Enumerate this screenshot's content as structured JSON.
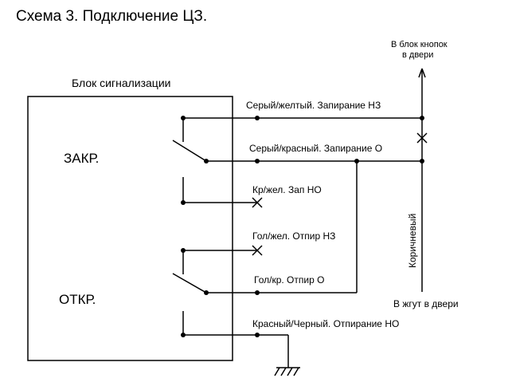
{
  "title": "Схема 3. Подключение ЦЗ.",
  "block": {
    "name": "Блок сигнализации",
    "close_label": "ЗАКР.",
    "open_label": "ОТКР."
  },
  "wires": {
    "gray_yellow": "Серый/желтый. Запирание НЗ",
    "gray_red": "Серый/красный. Запирание О",
    "red_yellow": "Кр/жел. Зап НО",
    "blue_yellow": "Гол/жел. Отпир НЗ",
    "blue_red": "Гол/кр. Отпир О",
    "red_black": "Красный/Черный. Отпирание НО"
  },
  "door": {
    "buttons_line1": "В блок кнопок",
    "buttons_line2": "в двери",
    "brown": "Коричневый",
    "harness": "В жгут в двери"
  }
}
